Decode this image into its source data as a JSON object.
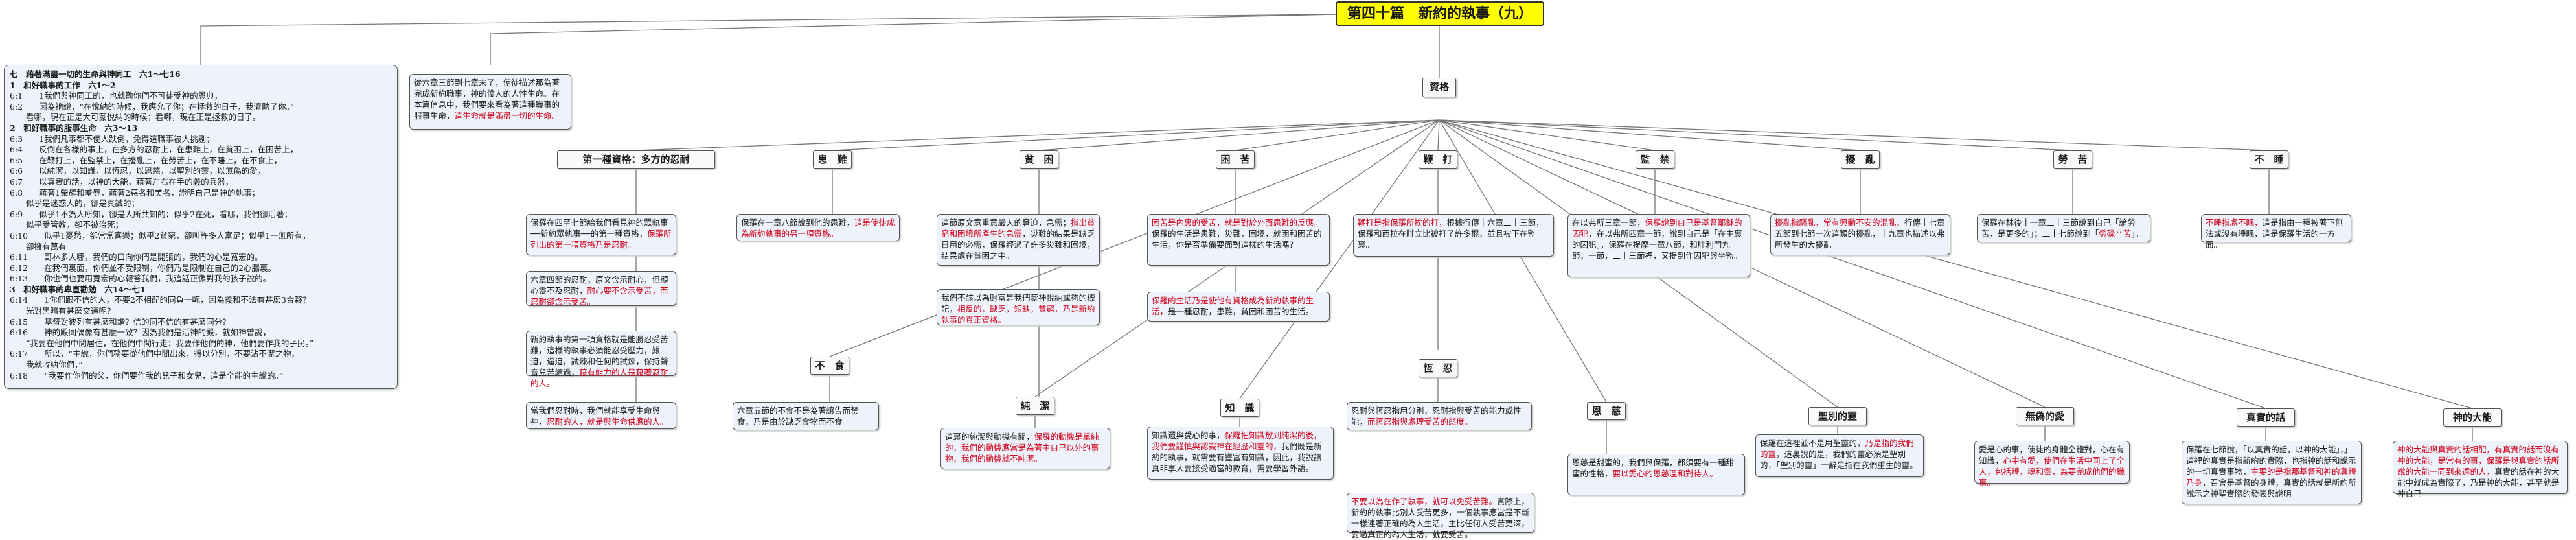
{
  "title": "第四十篇　新約的執事（九）",
  "root": "資格",
  "verses": [
    {
      "t": "七　藉著滿盡一切的生命與神同工　六1～七16",
      "h": true
    },
    {
      "t": "1　和好職事的工作　六1～2",
      "h": true
    },
    {
      "t": "6:1　　1我們與神同工的，也就勸你們不可徒受神的恩典，"
    },
    {
      "t": "6:2　　因為祂說，“在悅納的時候，我應允了你；在拯救的日子，我濟助了你。”"
    },
    {
      "t": "　　看哪，現在正是大可蒙悅納的時候；看哪，現在正是拯救的日子。"
    },
    {
      "t": "2　和好職事的服事生命　六3～13",
      "h": true
    },
    {
      "t": "6:3　　1我們凡事都不使人跌倒，免得這職事被人挑剔；"
    },
    {
      "t": "6:4　　反倒在各樣的事上，在多方的忍耐上，在患難上，在貧困上，在困苦上，"
    },
    {
      "t": "6:5　　在鞭打上，在監禁上，在擾亂上，在勞苦上，在不睡上，在不食上，"
    },
    {
      "t": "6:6　　以純潔，以知識，以恆忍，以恩慈，以聖別的靈，以無偽的愛，"
    },
    {
      "t": "6:7　　以真實的話，以神的大能，藉著左右在手的義的兵器，"
    },
    {
      "t": "6:8　　藉著1榮耀和羞辱，藉著2惡名和美名，證明自己是神的執事；"
    },
    {
      "t": "　　似乎是迷惑人的，卻是真誠的；"
    },
    {
      "t": "6:9　　似乎1不為人所知，卻是人所共知的；似乎2在死，看哪，我們卻活著；"
    },
    {
      "t": "　　似乎受管教，卻不被治死；"
    },
    {
      "t": "6:10　　似乎1憂愁，卻常常喜樂；似乎2貧窮，卻叫許多人富足；似乎1一無所有，"
    },
    {
      "t": "　　卻擁有萬有。"
    },
    {
      "t": "6:11　　哥林多人哪，我們的口向你們是開張的，我們的心是寬宏的。"
    },
    {
      "t": "6:12　　在我們裏面，你們並不受限制，你們乃是限制在自己的2心腸裏。"
    },
    {
      "t": "6:13　　你也們也要用寬宏的心報答我們，我這話正像對我的孩子說的。"
    },
    {
      "t": "3　和好職事的卑直勸勉　六14～七1",
      "h": true
    },
    {
      "t": "6:14　　1你們跟不信的人，不要2不相配的同負一軛，因為義和不法有甚麼3合夥？"
    },
    {
      "t": "　　光對黑暗有甚麼交通呢？"
    },
    {
      "t": "6:15　　基督對彼列有甚麼和諧？信的同不信的有甚麼同分？"
    },
    {
      "t": "6:16　　神的殿同偶像有甚麼一致？因為我們是活神的殿，就如神曾說，"
    },
    {
      "t": "　　“我要在他們中間居住，在他們中間行走；我要作他們的神，他們要作我的子民。”"
    },
    {
      "t": "6:17　　所以，“主說，你們務要從他們中間出來，得以分別，不要沾不潔之物，"
    },
    {
      "t": "　　我就收納你們，”"
    },
    {
      "t": "6:18　　“我要作你們的父，你們要作我的兒子和女兒，這是全能的主說的。”"
    }
  ],
  "intro": [
    {
      "t": "從六章三節到七章末了，使徒描述那為著完成新約職事，神的僕人的人性生命。在本篇信息中，我們要來看為著這種職事的服事生命，",
      "c": "blk"
    },
    {
      "t": "這生命就是滿盡一切的生命。",
      "c": "red"
    }
  ],
  "categories": [
    {
      "label": "第一種資格：多方的忍耐"
    },
    {
      "label": "患　難"
    },
    {
      "label": "貧　困"
    },
    {
      "label": "困　苦"
    },
    {
      "label": "鞭　打"
    },
    {
      "label": "監　禁"
    },
    {
      "label": "擾　亂"
    },
    {
      "label": "勞　苦"
    },
    {
      "label": "不　睡"
    }
  ],
  "subcats": [
    {
      "label": "不　食"
    },
    {
      "label": "純　潔"
    },
    {
      "label": "知　識"
    },
    {
      "label": "恆　忍"
    },
    {
      "label": "恩　慈"
    },
    {
      "label": "聖別的靈"
    },
    {
      "label": "無偽的愛"
    },
    {
      "label": "真實的話"
    },
    {
      "label": "神的大能"
    }
  ],
  "notes": [
    {
      "parts": [
        {
          "t": "保羅在四至七節給我們看見神的眾執事──新約眾執事──的第一種資格，",
          "c": "blk"
        },
        {
          "t": "保羅所列出的第一項資格乃是忍耐。",
          "c": "red"
        }
      ]
    },
    {
      "parts": [
        {
          "t": "六章四節的忍耐，原文含示耐心，但顯心靈不及忍耐，",
          "c": "blk"
        },
        {
          "t": "耐心要不含示受苦，而忍耐卻含示受苦。",
          "c": "red"
        }
      ]
    },
    {
      "parts": [
        {
          "t": "新約執事的第一項資格就是能勝忍受苦難，這樣的執事必須能忍受壓力，艱迫，逼迫，試煉和任何的試煉，保持聲音兒苦續過，",
          "c": "blk"
        },
        {
          "t": "藉有能力的人是藉著忍耐的人。",
          "c": "red"
        }
      ]
    },
    {
      "parts": [
        {
          "t": "當我們忍耐時，我們就能享受生命與神，",
          "c": "blk"
        },
        {
          "t": "忍耐的人，就是與生命供應的人。",
          "c": "red"
        }
      ]
    },
    {
      "parts": [
        {
          "t": "保羅在一章八節說到他的患難，",
          "c": "blk"
        },
        {
          "t": "這是使徒成為新約執事的另一項資格。",
          "c": "red"
        }
      ]
    },
    {
      "parts": [
        {
          "t": "這節原文意重意嚴人的窘迫，急需；",
          "c": "blk"
        },
        {
          "t": "指出貧窮和困境所產生的急需",
          "c": "red"
        },
        {
          "t": "，災難的結果是缺乏日用的必需，保羅經過了許多災難和困境，結果處在貧困之中。",
          "c": "blk"
        }
      ]
    },
    {
      "parts": [
        {
          "t": "我們不該以為財富是我們蒙神悅納或夠的標記，",
          "c": "blk"
        },
        {
          "t": "相反的，缺乏，短缺，貧窮，乃是新約執事的真正資格。",
          "c": "red"
        }
      ]
    },
    {
      "parts": [
        {
          "t": "六章五節的不食不是為著讓告而禁食，乃是由於缺乏食物而不食。",
          "c": "blk"
        }
      ]
    },
    {
      "parts": [
        {
          "t": "這裏的純潔與動機有關，",
          "c": "blk"
        },
        {
          "t": "保羅的動機是單純的，我們的動機應當是為著主自己以外的事物，我們的動機就不純潔。",
          "c": "red"
        }
      ]
    },
    {
      "parts": [
        {
          "t": "困苦是內裏的受苦，就是對於外面患難的反應。",
          "c": "red"
        },
        {
          "t": "保羅的生活是患難，災難，困境，就困和困苦的生活，你是否準備要面對這樣的生活嗎？",
          "c": "blk"
        }
      ]
    },
    {
      "parts": [
        {
          "t": "保羅的生活乃是使他有資格成為新約執事的生活，",
          "c": "red"
        },
        {
          "t": "是一種忍耐，患難，貧困和困苦的生活。",
          "c": "blk"
        }
      ]
    },
    {
      "parts": [
        {
          "t": "知識還與愛心的事，",
          "c": "blk"
        },
        {
          "t": "保羅把知識放到純潔的後，我們要謹慎與認識神在經歷和靈的，",
          "c": "red"
        },
        {
          "t": "我們既是新約的執事，就需要有豐富有知識，因此，我說讀真非享人要接受適當的教育，需要學習外語。",
          "c": "blk"
        }
      ]
    },
    {
      "parts": [
        {
          "t": "鞭打是指保羅所挨的打，",
          "c": "red"
        },
        {
          "t": "根據行傳十六章二十三節，保羅和西拉在腓立比被打了許多棍，並且被下在監裏。",
          "c": "blk"
        }
      ]
    },
    {
      "parts": [
        {
          "t": "不要以為在作了執事，就可以免受苦難。",
          "c": "red"
        },
        {
          "t": "實際上，新約的執事比別人受苦更多，一個執事應當是不斷一樣連著正確的為人生活，主比任何人受苦更深，要過真正的為人生活，就要受苦。",
          "c": "blk"
        }
      ]
    },
    {
      "parts": [
        {
          "t": "忍耐與恆忍指用分別，忍耐指與受苦的能力或性能，",
          "c": "blk"
        },
        {
          "t": "而恆忍指與處理受苦的態度。",
          "c": "red"
        }
      ]
    },
    {
      "parts": [
        {
          "t": "在以弗所三章一節，",
          "c": "blk"
        },
        {
          "t": "保羅說到自己是基督耶穌的囚犯",
          "c": "red"
        },
        {
          "t": "，在以弗所四章一節，說到自己是「在主裏的囚犯」，保羅在提摩一章八節，和腓利門九節，一節，二十三節裡，又提到作囚犯與坐監。",
          "c": "blk"
        }
      ]
    },
    {
      "parts": [
        {
          "t": "恩慈是甜蜜的，我們與保羅，都須要有一種甜蜜的性格，",
          "c": "blk"
        },
        {
          "t": "要以愛心的恩慈溫和對待人。",
          "c": "red"
        }
      ]
    },
    {
      "parts": [
        {
          "t": "擾亂指騷亂，常有興動不安的混亂，",
          "c": "red"
        },
        {
          "t": "行傳十七章五節到七節一次這類的擾亂，十九章也描述以弗所發生的大擾亂。",
          "c": "blk"
        }
      ]
    },
    {
      "parts": [
        {
          "t": "保羅在這裡並不是用聖靈的，",
          "c": "blk"
        },
        {
          "t": "乃是指的我們的靈",
          "c": "red"
        },
        {
          "t": "，這裏說的是，我們的靈必須是聖別的，「聖別的靈」一辭是指在我們重生的靈。",
          "c": "blk"
        }
      ]
    },
    {
      "parts": [
        {
          "t": "保羅在林後十一章二十三節說到自己「論勞苦，是更多的」；二十七節說到「",
          "c": "blk"
        },
        {
          "t": "勞碌辛苦",
          "c": "red"
        },
        {
          "t": "」。",
          "c": "blk"
        }
      ]
    },
    {
      "parts": [
        {
          "t": "愛是心的事，使徒的身體全體對，心在有知識，",
          "c": "blk"
        },
        {
          "t": "心中有愛，使們在生活中同上了全人，包括體，魂和靈，為要完成他們的職事。",
          "c": "red"
        }
      ]
    },
    {
      "parts": [
        {
          "t": "不睡指處不眠，",
          "c": "red"
        },
        {
          "t": "這是指由一種被著下無法或沒有睡眠，這是保羅生活的一方面。",
          "c": "blk"
        }
      ]
    },
    {
      "parts": [
        {
          "t": "保羅在七節說，「以真實的話，以神的大能」，」這裡的真實是指新約的實際，也指神的話和說示的一切真實事物，",
          "c": "blk"
        },
        {
          "t": "主要的是指那基督和神的真體乃身",
          "c": "red"
        },
        {
          "t": "，召會是基督的身體，真實的話就是新約所說示之神聖實際的發表與說明。",
          "c": "blk"
        }
      ]
    },
    {
      "parts": [
        {
          "t": "神的大能與真實的話相配，有真實的話而沒有神的大能，是常有的事，保羅是與真實的話所說的大能一同到來達的人，",
          "c": "red"
        },
        {
          "t": "真實的話在神的大能中就成為實際了，乃是神的大能，甚至就是神自己。",
          "c": "blk"
        }
      ]
    }
  ]
}
